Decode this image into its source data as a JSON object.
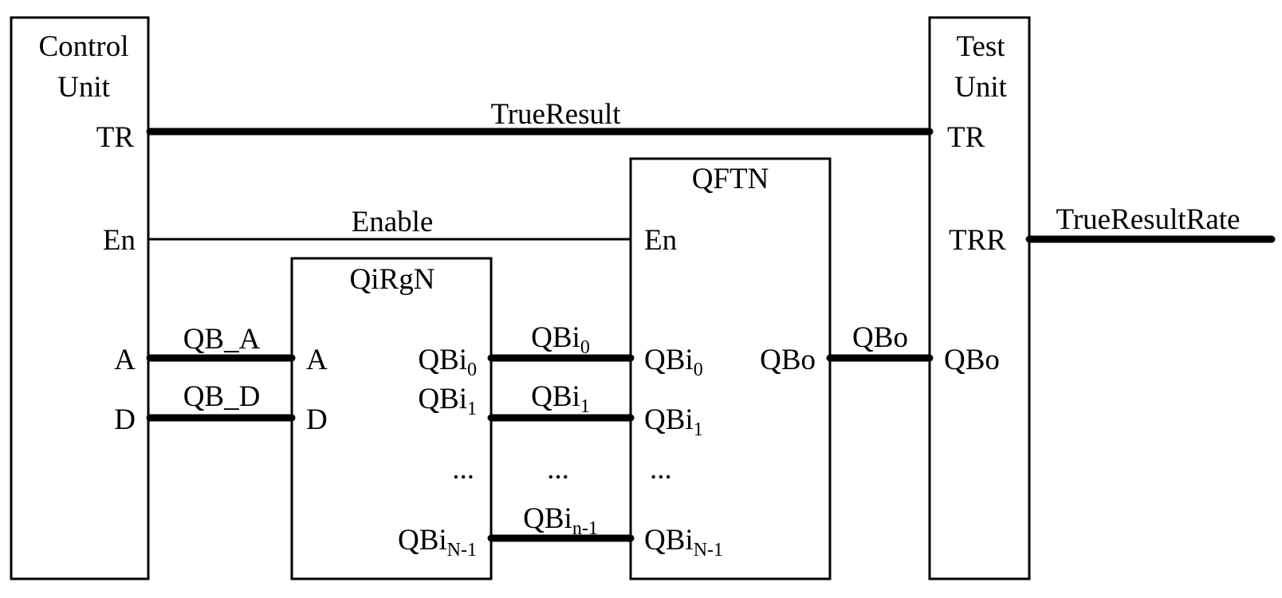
{
  "blocks": {
    "control_unit": {
      "title_line1": "Control",
      "title_line2": "Unit",
      "ports": {
        "tr": "TR",
        "en": "En",
        "a": "A",
        "d": "D"
      }
    },
    "qirgn": {
      "title": "QiRgN",
      "ports": {
        "a": "A",
        "d": "D",
        "qbi0_base": "QBi",
        "qbi0_sub": "0",
        "qbi1_base": "QBi",
        "qbi1_sub": "1",
        "dots": "...",
        "qbin1_base": "QBi",
        "qbin1_sub": "N-1"
      }
    },
    "qftn": {
      "title": "QFTN",
      "ports": {
        "en": "En",
        "qbi0_base": "QBi",
        "qbi0_sub": "0",
        "qbi1_base": "QBi",
        "qbi1_sub": "1",
        "dots": "...",
        "qbin1_base": "QBi",
        "qbin1_sub": "N-1",
        "qbo": "QBo"
      }
    },
    "test_unit": {
      "title_line1": "Test",
      "title_line2": "Unit",
      "ports": {
        "tr": "TR",
        "trr": "TRR",
        "qbo": "QBo"
      }
    }
  },
  "signals": {
    "true_result": "TrueResult",
    "enable": "Enable",
    "qb_a": "QB_A",
    "qb_d": "QB_D",
    "qbi0_base": "QBi",
    "qbi0_sub": "0",
    "qbi1_base": "QBi",
    "qbi1_sub": "1",
    "dots": "...",
    "qbin1_base": "QBi",
    "qbin1_sub": "n-1",
    "qbo": "QBo",
    "true_result_rate": "TrueResultRate"
  }
}
